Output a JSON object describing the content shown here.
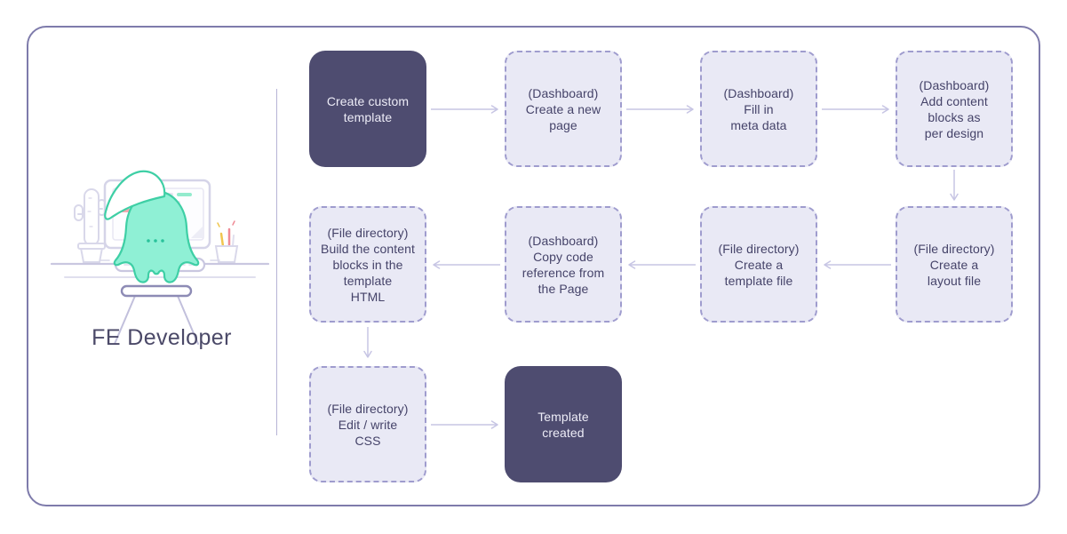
{
  "diagram": {
    "actor": {
      "label": "FE Developer",
      "illustration": "developer-at-desk"
    },
    "nodes": [
      {
        "id": "create-custom-template",
        "style": "solid",
        "label": "Create custom\ntemplate"
      },
      {
        "id": "create-new-page",
        "style": "dashed",
        "label": "(Dashboard)\nCreate a new\npage"
      },
      {
        "id": "fill-meta-data",
        "style": "dashed",
        "label": "(Dashboard)\nFill in\nmeta data"
      },
      {
        "id": "add-content-blocks",
        "style": "dashed",
        "label": "(Dashboard)\nAdd content\nblocks as\nper design"
      },
      {
        "id": "build-content-blocks",
        "style": "dashed",
        "label": "(File directory)\nBuild the content\nblocks in the\ntemplate\nHTML"
      },
      {
        "id": "copy-code-reference",
        "style": "dashed",
        "label": "(Dashboard)\nCopy code\nreference from\nthe Page"
      },
      {
        "id": "create-template-file",
        "style": "dashed",
        "label": "(File directory)\nCreate a\ntemplate file"
      },
      {
        "id": "create-layout-file",
        "style": "dashed",
        "label": "(File directory)\nCreate a\nlayout file"
      },
      {
        "id": "edit-write-css",
        "style": "dashed",
        "label": "(File directory)\nEdit / write\nCSS"
      },
      {
        "id": "template-created",
        "style": "solid",
        "label": "Template\ncreated"
      }
    ],
    "flow_order": [
      "create-custom-template",
      "create-new-page",
      "fill-meta-data",
      "add-content-blocks",
      "create-layout-file",
      "create-template-file",
      "copy-code-reference",
      "build-content-blocks",
      "edit-write-css",
      "template-created"
    ],
    "colors": {
      "frame_border": "#7e7bab",
      "divider": "#b6b4d6",
      "solid_node_bg": "#4e4c70",
      "solid_node_text": "#edecf7",
      "dashed_node_bg": "#e9e9f5",
      "dashed_node_border": "#9f9cce",
      "dashed_node_text": "#454369",
      "arrow": "#c7c5e4",
      "actor_text": "#4b4968",
      "mint_fill": "#8ff0d5",
      "mint_stroke": "#3ecfa5",
      "illustration_line": "#d5d4e8"
    }
  }
}
